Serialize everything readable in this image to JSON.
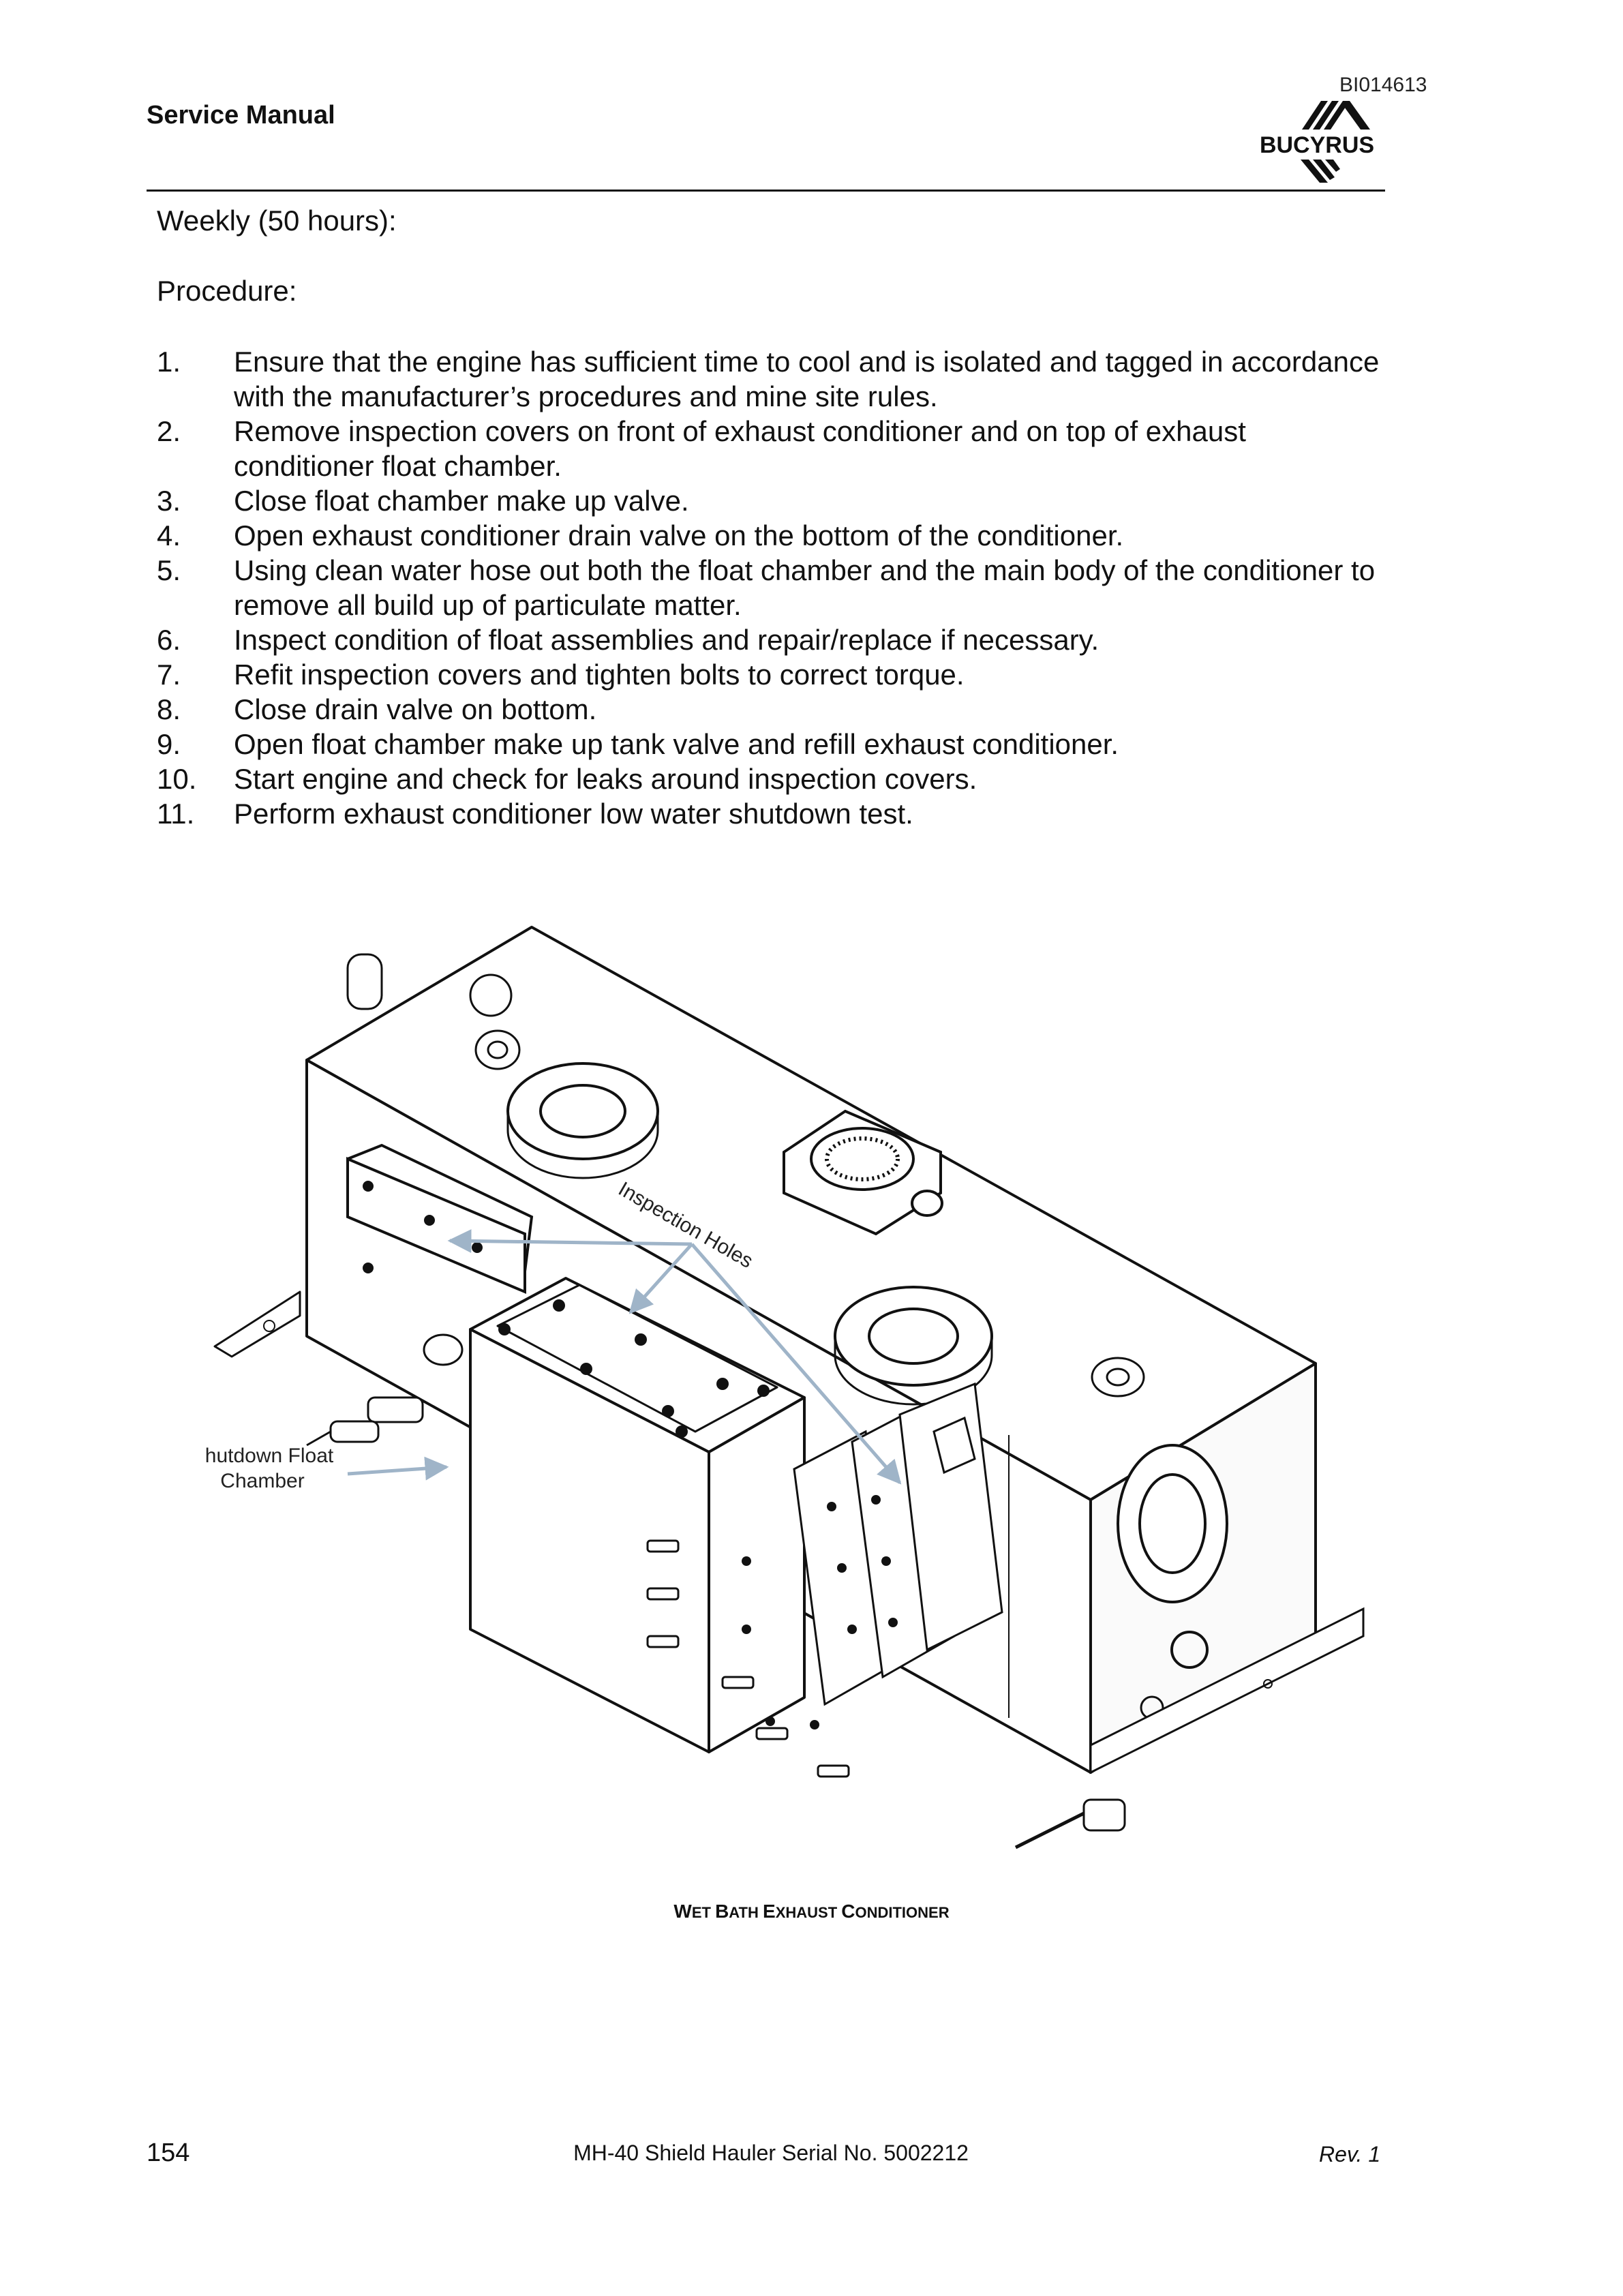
{
  "header": {
    "title": "Service Manual",
    "doc_id": "BI014613",
    "logo_text": "BUCYRUS"
  },
  "schedule": "Weekly (50 hours):",
  "procedure_label": "Procedure:",
  "steps": [
    {
      "num": "1.",
      "text": "Ensure that the engine has sufficient time to cool and is isolated and tagged in accordance with the manufacturer’s procedures and mine site rules."
    },
    {
      "num": "2.",
      "text": "Remove inspection covers on front of exhaust conditioner and on top of exhaust conditioner float chamber."
    },
    {
      "num": "3.",
      "text": "Close float chamber make up valve."
    },
    {
      "num": "4.",
      "text": "Open exhaust conditioner drain valve on the bottom of the conditioner."
    },
    {
      "num": "5.",
      "text": "Using clean water hose out both the float chamber and the main body of the conditioner to remove all build up of particulate matter."
    },
    {
      "num": "6.",
      "text": "Inspect condition of float assemblies and repair/replace if necessary."
    },
    {
      "num": "7.",
      "text": "Refit inspection covers and tighten bolts to correct torque."
    },
    {
      "num": "8.",
      "text": "Close drain valve on bottom."
    },
    {
      "num": "9.",
      "text": "Open float chamber make up tank valve and refill exhaust conditioner."
    },
    {
      "num": "10.",
      "text": "Start engine and check for leaks around inspection covers."
    },
    {
      "num": "11.",
      "text": "Perform exhaust conditioner low water shutdown test."
    }
  ],
  "figure": {
    "label_inspection": "Inspection Holes",
    "label_float_line1": "Shutdown Float",
    "label_float_line2": "Chamber",
    "caption_w": "W",
    "caption_et": "ET ",
    "caption_b": "B",
    "caption_ath": "ATH ",
    "caption_e": "E",
    "caption_xhaust": "XHAUST ",
    "caption_c": "C",
    "caption_onditioner": "ONDITIONER"
  },
  "footer": {
    "page_number": "154",
    "center": "MH-40 Shield Hauler Serial No. 5002212",
    "rev": "Rev. 1"
  },
  "colors": {
    "text": "#111111",
    "arrow": "#9fb4c8"
  }
}
